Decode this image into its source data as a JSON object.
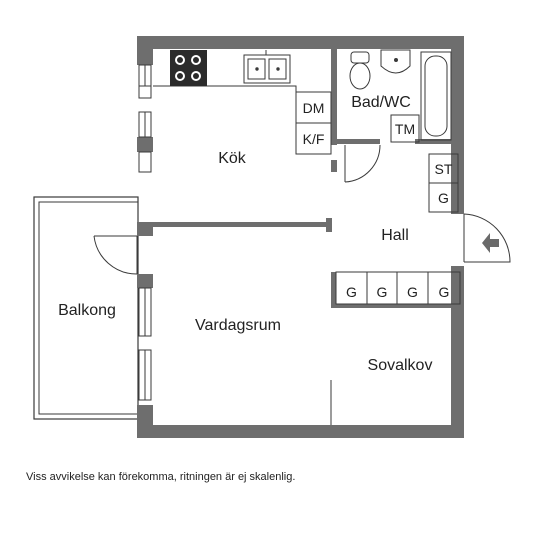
{
  "colors": {
    "wall": "#6e6e6e",
    "line": "#3a3a3a",
    "background": "#ffffff",
    "entry_arrow": "#6a6a6a"
  },
  "rooms": {
    "kitchen": "Kök",
    "bathroom": "Bad/WC",
    "hall": "Hall",
    "living_room": "Vardagsrum",
    "sleeping_alcove": "Sovalkov",
    "balcony": "Balkong"
  },
  "fixtures": {
    "dishwasher": "DM",
    "fridge_freezer": "K/F",
    "washing_machine": "TM",
    "storage": "ST",
    "wardrobe": "G",
    "hall_wardrobes": [
      "G",
      "G",
      "G",
      "G"
    ]
  },
  "icons": {
    "stove": "stove-icon",
    "sink": "kitchen-sink-icon",
    "toilet": "toilet-icon",
    "washbasin": "washbasin-icon",
    "bathtub": "bathtub-icon",
    "entry": "entry-arrow-icon"
  },
  "disclaimer": "Viss avvikelse kan förekomma, ritningen är ej skalenlig."
}
